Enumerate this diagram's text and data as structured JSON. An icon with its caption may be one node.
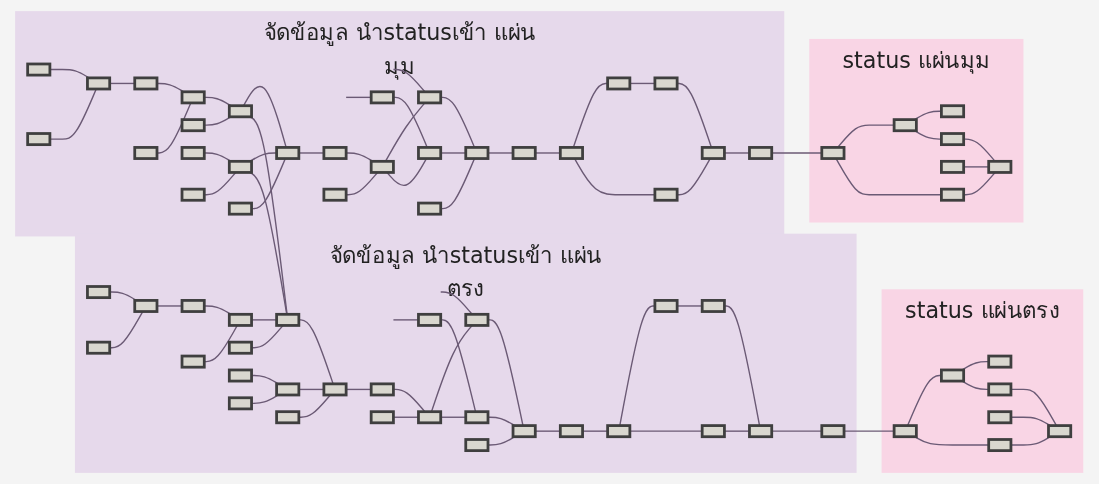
{
  "diagram": {
    "nodes": [
      {
        "text": [
          "จัดข้อมูล นำstatusเข้า แผ่นมุม"
        ]
      },
      {
        "text": [],
        "shape": "box",
        "in": 0
      },
      {
        "text": [],
        "shape": "box",
        "in": 0
      },
      {
        "text": [],
        "shape": "box",
        "in": 0
      },
      {
        "text": [],
        "shape": "box",
        "in": 0
      },
      {
        "text": [],
        "shape": "box",
        "in": 0
      },
      {
        "text": [],
        "shape": "box",
        "in": 0
      },
      {
        "text": [],
        "shape": "box",
        "in": 0
      },
      {
        "text": [],
        "shape": "box",
        "in": 0
      },
      {
        "text": [],
        "shape": "box",
        "in": 0
      },
      {
        "text": [],
        "shape": "box",
        "in": 0
      },
      {
        "text": [],
        "shape": "box",
        "in": 0
      },
      {
        "text": [],
        "shape": "box",
        "in": 0
      },
      {
        "text": [],
        "shape": "box",
        "in": 0
      },
      {
        "text": [],
        "shape": "box",
        "in": 0
      },
      {
        "text": [],
        "shape": "box",
        "in": 0
      },
      {
        "text": [],
        "shape": "box",
        "in": 0
      },
      {
        "text": [],
        "shape": "box",
        "in": 0
      },
      {
        "text": [],
        "shape": "box",
        "in": 0
      },
      {
        "text": [],
        "shape": "box",
        "in": 0
      },
      {
        "text": [],
        "shape": "box",
        "in": 0
      },
      {
        "text": [],
        "shape": "box",
        "in": 0
      },
      {
        "text": [],
        "shape": "box",
        "in": 0
      },
      {
        "text": [],
        "shape": "box",
        "in": 0
      },
      {
        "text": [],
        "shape": "box",
        "in": 0
      },
      {
        "text": [],
        "shape": "box",
        "in": 0
      },
      {
        "text": [],
        "shape": "box",
        "in": 0
      },
      {
        "text": [],
        "shape": "box",
        "in": 0
      },
      {
        "text": [],
        "shape": "box",
        "in": 0
      },
      {
        "text": [
          "status แผ่นมุม"
        ]
      },
      {
        "text": [],
        "shape": "box",
        "in": 29
      },
      {
        "text": [],
        "shape": "box",
        "in": 29
      },
      {
        "text": [],
        "shape": "box",
        "in": 29
      },
      {
        "text": [],
        "shape": "box",
        "in": 29
      },
      {
        "text": [],
        "shape": "box",
        "in": 29
      },
      {
        "text": [],
        "shape": "box",
        "in": 29
      },
      {
        "text": [],
        "shape": "box",
        "in": 29
      },
      {
        "text": [
          "จัดข้อมูล นำstatusเข้า แผ่นตรง"
        ]
      },
      {
        "text": [],
        "shape": "box",
        "in": 37
      },
      {
        "text": [],
        "shape": "box",
        "in": 37
      },
      {
        "text": [],
        "shape": "box",
        "in": 37
      },
      {
        "text": [],
        "shape": "box",
        "in": 37
      },
      {
        "text": [],
        "shape": "box",
        "in": 37
      },
      {
        "text": [],
        "shape": "box",
        "in": 37
      },
      {
        "text": [],
        "shape": "box",
        "in": 37
      },
      {
        "text": [],
        "shape": "box",
        "in": 37
      },
      {
        "text": [],
        "shape": "box",
        "in": 37
      },
      {
        "text": [],
        "shape": "box",
        "in": 37
      },
      {
        "text": [],
        "shape": "box",
        "in": 37
      },
      {
        "text": [],
        "shape": "box",
        "in": 37
      },
      {
        "text": [],
        "shape": "box",
        "in": 37
      },
      {
        "text": [],
        "shape": "box",
        "in": 37
      },
      {
        "text": [],
        "shape": "box",
        "in": 37
      },
      {
        "text": [],
        "shape": "box",
        "in": 37
      },
      {
        "text": [],
        "shape": "box",
        "in": 37
      },
      {
        "text": [],
        "shape": "box",
        "in": 37
      },
      {
        "text": [],
        "shape": "box",
        "in": 37
      },
      {
        "text": [],
        "shape": "box",
        "in": 37
      },
      {
        "text": [],
        "shape": "box",
        "in": 37
      },
      {
        "text": [],
        "shape": "box",
        "in": 37
      },
      {
        "text": [],
        "shape": "box",
        "in": 37
      },
      {
        "text": [],
        "shape": "box",
        "in": 37
      },
      {
        "text": [],
        "shape": "box",
        "in": 37
      },
      {
        "text": [],
        "shape": "box",
        "in": 37
      },
      {
        "text": [],
        "shape": "box",
        "in": 37
      },
      {
        "text": [],
        "shape": "box",
        "in": 37
      },
      {
        "text": [
          "status แผ่นตรง"
        ]
      },
      {
        "text": [],
        "shape": "box",
        "in": 66
      },
      {
        "text": [],
        "shape": "box",
        "in": 66
      },
      {
        "text": [],
        "shape": "box",
        "in": 66
      },
      {
        "text": [],
        "shape": "box",
        "in": 66
      },
      {
        "text": [],
        "shape": "box",
        "in": 66
      },
      {
        "text": [],
        "shape": "box",
        "in": 66
      },
      {
        "text": [],
        "shape": "box",
        "in": 66
      }
    ],
    "edges": [
      {
        "from": 1,
        "to": 3,
        "arrow": "none"
      },
      {
        "from": 2,
        "to": 3,
        "arrow": "none"
      },
      {
        "from": 3,
        "to": 4,
        "arrow": "none"
      },
      {
        "from": 4,
        "to": 6,
        "arrow": "none"
      },
      {
        "from": 5,
        "to": 6,
        "arrow": "none"
      },
      {
        "from": 6,
        "to": 8,
        "arrow": "none"
      },
      {
        "from": 7,
        "to": 8,
        "arrow": "none"
      },
      {
        "from": 9,
        "to": 11,
        "arrow": "none"
      },
      {
        "from": 10,
        "to": 11,
        "arrow": "none"
      },
      {
        "from": 8,
        "to": 13,
        "arrow": "none"
      },
      {
        "from": 11,
        "to": 13,
        "arrow": "none"
      },
      {
        "from": 12,
        "to": 13,
        "arrow": "none"
      },
      {
        "from": 13,
        "to": 14,
        "arrow": "none"
      },
      {
        "from": 14,
        "to": 16,
        "arrow": "none"
      },
      {
        "from": 15,
        "to": 16,
        "arrow": "none"
      },
      {
        "from": 16,
        "to": 18,
        "arrow": "none"
      },
      {
        "from": 17,
        "to": 19,
        "arrow": "none"
      },
      {
        "from": 16,
        "to": 19,
        "arrow": "none"
      },
      {
        "from": 18,
        "to": 21,
        "arrow": "none"
      },
      {
        "from": 19,
        "to": 21,
        "arrow": "none"
      },
      {
        "from": 20,
        "to": 21,
        "arrow": "none"
      },
      {
        "from": 21,
        "to": 22,
        "arrow": "none"
      },
      {
        "from": 22,
        "to": 23,
        "arrow": "none"
      },
      {
        "from": 23,
        "to": 24,
        "arrow": "none"
      },
      {
        "from": 24,
        "to": 26,
        "arrow": "none"
      },
      {
        "from": 23,
        "to": 25,
        "arrow": "none"
      },
      {
        "from": 25,
        "to": 27,
        "arrow": "none"
      },
      {
        "from": 26,
        "to": 27,
        "arrow": "none"
      },
      {
        "from": 27,
        "to": 28,
        "arrow": "none"
      },
      {
        "from": null,
        "to": 18,
        "arrow": "none"
      },
      {
        "from": null,
        "to": 17,
        "arrow": "none"
      },
      {
        "from": 28,
        "to": 30,
        "arrow": "none"
      },
      {
        "from": 30,
        "to": 31,
        "arrow": "none"
      },
      {
        "from": 31,
        "to": 32,
        "arrow": "none"
      },
      {
        "from": 31,
        "to": 33,
        "arrow": "none"
      },
      {
        "from": 33,
        "to": 36,
        "arrow": "none"
      },
      {
        "from": 34,
        "to": 36,
        "arrow": "none"
      },
      {
        "from": 30,
        "to": 35,
        "arrow": "none"
      },
      {
        "from": 35,
        "to": 36,
        "arrow": "none"
      },
      {
        "from": 38,
        "to": 40,
        "arrow": "none"
      },
      {
        "from": 39,
        "to": 40,
        "arrow": "none"
      },
      {
        "from": 40,
        "to": 41,
        "arrow": "none"
      },
      {
        "from": 41,
        "to": 43,
        "arrow": "none"
      },
      {
        "from": 42,
        "to": 43,
        "arrow": "none"
      },
      {
        "from": 43,
        "to": 45,
        "arrow": "none"
      },
      {
        "from": 44,
        "to": 45,
        "arrow": "none"
      },
      {
        "from": 46,
        "to": 48,
        "arrow": "none"
      },
      {
        "from": 47,
        "to": 48,
        "arrow": "none"
      },
      {
        "from": 45,
        "to": 50,
        "arrow": "none"
      },
      {
        "from": 48,
        "to": 50,
        "arrow": "none"
      },
      {
        "from": 49,
        "to": 50,
        "arrow": "none"
      },
      {
        "from": 50,
        "to": 51,
        "arrow": "none"
      },
      {
        "from": 51,
        "to": 53,
        "arrow": "none"
      },
      {
        "from": 52,
        "to": 53,
        "arrow": "none"
      },
      {
        "from": 53,
        "to": 55,
        "arrow": "none"
      },
      {
        "from": 54,
        "to": 56,
        "arrow": "none"
      },
      {
        "from": 53,
        "to": 56,
        "arrow": "none"
      },
      {
        "from": 55,
        "to": 58,
        "arrow": "none"
      },
      {
        "from": 56,
        "to": 58,
        "arrow": "none"
      },
      {
        "from": 57,
        "to": 58,
        "arrow": "none"
      },
      {
        "from": 58,
        "to": 59,
        "arrow": "none"
      },
      {
        "from": 59,
        "to": 60,
        "arrow": "none"
      },
      {
        "from": 60,
        "to": 61,
        "arrow": "none"
      },
      {
        "from": 61,
        "to": 63,
        "arrow": "none"
      },
      {
        "from": 60,
        "to": 62,
        "arrow": "none"
      },
      {
        "from": 62,
        "to": 64,
        "arrow": "none"
      },
      {
        "from": 63,
        "to": 64,
        "arrow": "none"
      },
      {
        "from": 64,
        "to": 65,
        "arrow": "none"
      },
      {
        "from": null,
        "to": 55,
        "arrow": "none"
      },
      {
        "from": null,
        "to": 54,
        "arrow": "none"
      },
      {
        "from": 65,
        "to": 67,
        "arrow": "none"
      },
      {
        "from": 67,
        "to": 68,
        "arrow": "none"
      },
      {
        "from": 68,
        "to": 69,
        "arrow": "none"
      },
      {
        "from": 68,
        "to": 70,
        "arrow": "none"
      },
      {
        "from": 70,
        "to": 73,
        "arrow": "none"
      },
      {
        "from": 71,
        "to": 73,
        "arrow": "none"
      },
      {
        "from": 67,
        "to": 72,
        "arrow": "none"
      },
      {
        "from": 72,
        "to": 73,
        "arrow": "none"
      },
      {
        "from": 8,
        "to": 45,
        "arrow": "none"
      },
      {
        "from": 11,
        "to": 45,
        "arrow": "none"
      }
    ]
  }
}
